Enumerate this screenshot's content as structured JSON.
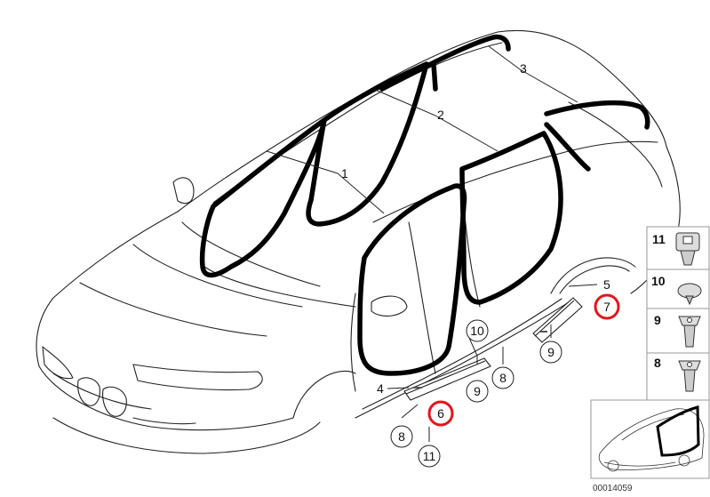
{
  "callouts": {
    "c1": "1",
    "c2": "2",
    "c3": "3",
    "c4": "4",
    "c5": "5",
    "c6": "6",
    "c7": "7",
    "c8a": "8",
    "c8b": "8",
    "c9a": "9",
    "c9b": "9",
    "c10": "10",
    "c11": "11"
  },
  "legend": [
    {
      "num": "11",
      "icon": "clip-11-icon"
    },
    {
      "num": "10",
      "icon": "plug-10-icon"
    },
    {
      "num": "9",
      "icon": "clip-9-icon"
    },
    {
      "num": "8",
      "icon": "clip-8-icon"
    }
  ],
  "highlight_color": "#e3161b",
  "diagram_id": "00014059"
}
